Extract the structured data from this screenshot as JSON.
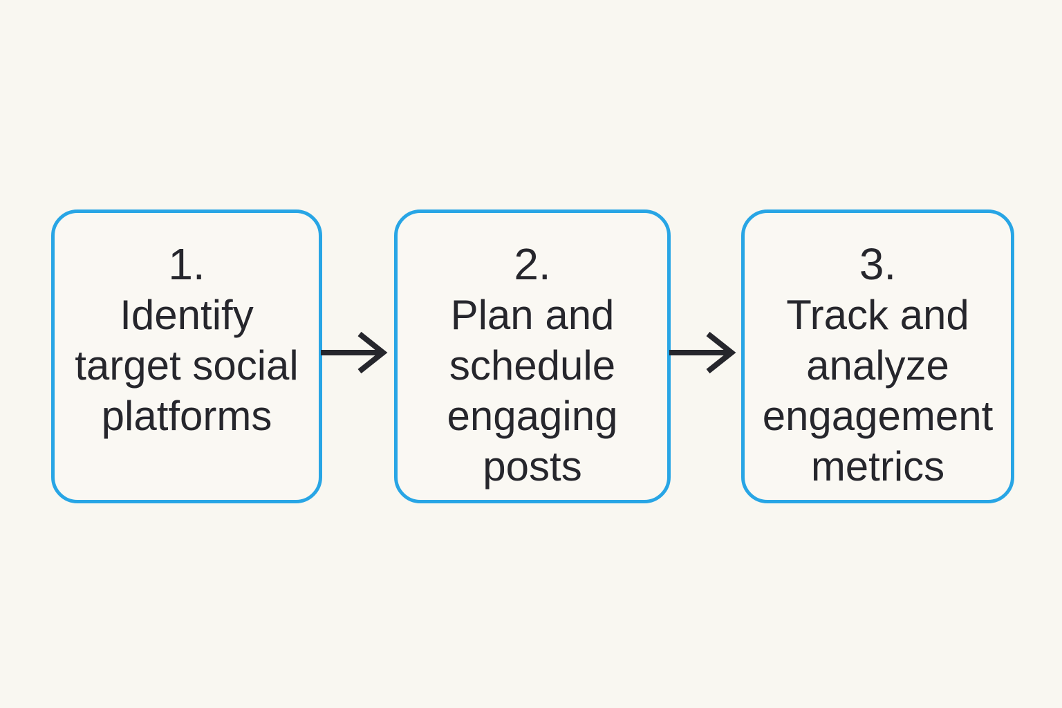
{
  "canvas": {
    "background_color": "#f9f7f1"
  },
  "diagram": {
    "type": "flowchart-horizontal",
    "accent_color": "#28a5e5",
    "text_color": "#26262c",
    "arrow_color": "#26262c",
    "steps": [
      {
        "number": "1.",
        "lines": [
          "Identify",
          "target social",
          "platforms"
        ]
      },
      {
        "number": "2.",
        "lines": [
          "Plan and",
          "schedule",
          "engaging",
          "posts"
        ]
      },
      {
        "number": "3.",
        "lines": [
          "Track and",
          "analyze",
          "engagement",
          "metrics"
        ]
      }
    ]
  }
}
